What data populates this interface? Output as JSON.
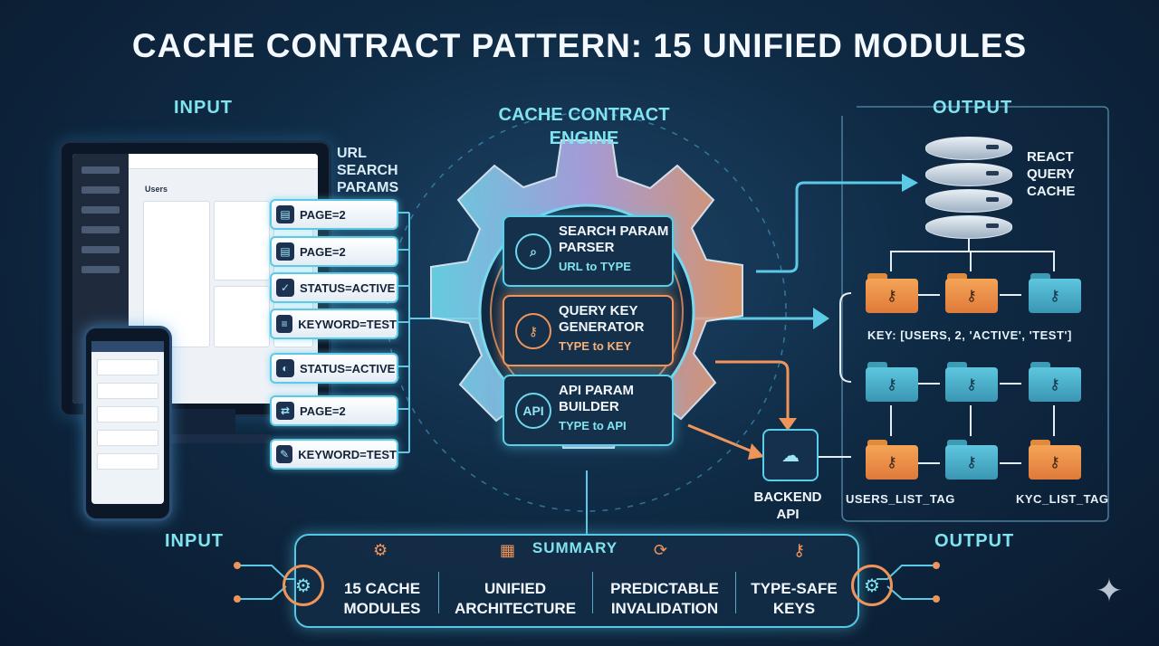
{
  "title": "CACHE CONTRACT PATTERN: 15 UNIFIED MODULES",
  "labels": {
    "input_top": "INPUT",
    "output_top": "OUTPUT",
    "input_bottom": "INPUT",
    "output_bottom": "OUTPUT",
    "url_search_params": "URL SEARCH PARAMS",
    "engine": "CACHE CONTRACT ENGINE",
    "react_query_cache": "REACT QUERY CACHE",
    "backend_api": "BACKEND API",
    "key_example": "KEY: [USERS, 2, 'ACTIVE', 'TEST']",
    "users_list_tag": "USERS_LIST_TAG",
    "kyc_list_tag": "KYC_LIST_TAG"
  },
  "screen": {
    "users_heading": "Users"
  },
  "input_chips": [
    {
      "label": "PAGE=2",
      "icon": "document-icon"
    },
    {
      "label": "PAGE=2",
      "icon": "document-icon"
    },
    {
      "label": "STATUS=ACTIVE",
      "icon": "check-icon"
    },
    {
      "label": "KEYWORD=TEST",
      "icon": "text-icon"
    },
    {
      "label": "STATUS=ACTIVE",
      "icon": "toggle-icon"
    },
    {
      "label": "PAGE=2",
      "icon": "slider-icon"
    },
    {
      "label": "KEYWORD=TEST",
      "icon": "pen-icon"
    }
  ],
  "modules": [
    {
      "title": "SEARCH PARAM PARSER",
      "subtitle": "URL to TYPE",
      "icon": "magnifier-icon"
    },
    {
      "title": "QUERY KEY GENERATOR",
      "subtitle": "TYPE to KEY",
      "icon": "key-icon"
    },
    {
      "title": "API PARAM BUILDER",
      "subtitle": "TYPE to API",
      "icon_text": "API"
    }
  ],
  "summary": {
    "title": "SUMMARY",
    "items": [
      {
        "text": "15 CACHE MODULES"
      },
      {
        "text": "UNIFIED ARCHITECTURE"
      },
      {
        "text": "PREDICTABLE INVALIDATION"
      },
      {
        "text": "TYPE-SAFE KEYS"
      }
    ]
  },
  "colors": {
    "accent_cyan": "#58d0ea",
    "accent_orange": "#f0955a",
    "background": "#0f2a44"
  }
}
